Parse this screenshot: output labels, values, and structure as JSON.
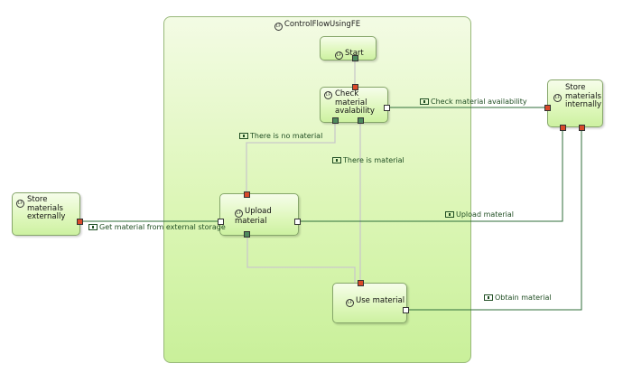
{
  "container": {
    "title": "ControlFlowUsingFE",
    "icon": "LF"
  },
  "nodes": {
    "start": {
      "label": "Start",
      "icon": "LF"
    },
    "check": {
      "label": "Check material\navalability",
      "icon": "LF"
    },
    "upload": {
      "label": "Upload material",
      "icon": "LF"
    },
    "use": {
      "label": "Use material",
      "icon": "LF"
    },
    "store_internal": {
      "label": "Store\nmaterials\ninternally",
      "icon": "LF"
    },
    "store_external": {
      "label": "Store materials\nexternally",
      "icon": "LF"
    }
  },
  "connections": {
    "check_availability": "Check material availability",
    "no_material": "There is no material",
    "is_material": "There is material",
    "upload_material": "Upload material",
    "get_external": "Get material from external storage",
    "obtain_material": "Obtain material"
  },
  "colors": {
    "control_flow_line": "#c9c9c9",
    "data_flow_line": "#2f6e3a",
    "port_input": "#d94a2a",
    "port_output": "#4e8a5e",
    "node_fill": "#def7bb",
    "container_fill": "#d8f5b0"
  }
}
